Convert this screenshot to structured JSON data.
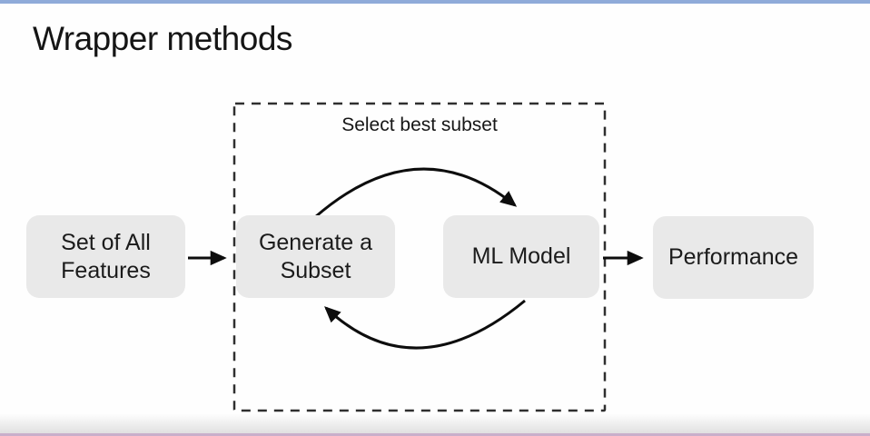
{
  "title": "Wrapper methods",
  "diagram": {
    "group_label": "Select best subset",
    "nodes": [
      {
        "id": "set-of-all-features",
        "label": "Set of All\nFeatures"
      },
      {
        "id": "generate-a-subset",
        "label": "Generate a\nSubset"
      },
      {
        "id": "ml-model",
        "label": "ML Model"
      },
      {
        "id": "performance",
        "label": "Performance"
      }
    ],
    "arrows": [
      {
        "name": "features-to-subset",
        "type": "straight"
      },
      {
        "name": "subset-to-model",
        "type": "arc-top"
      },
      {
        "name": "model-to-subset",
        "type": "arc-bottom"
      },
      {
        "name": "model-to-performance",
        "type": "straight"
      }
    ]
  },
  "colors": {
    "node_fill": "#e9e9e9",
    "text": "#1b1b1b",
    "arrow": "#0d0d0d",
    "dashed_border": "#2f2f2f",
    "top_accent": "#8fabd9",
    "bottom_accent": "#c9afcb"
  }
}
